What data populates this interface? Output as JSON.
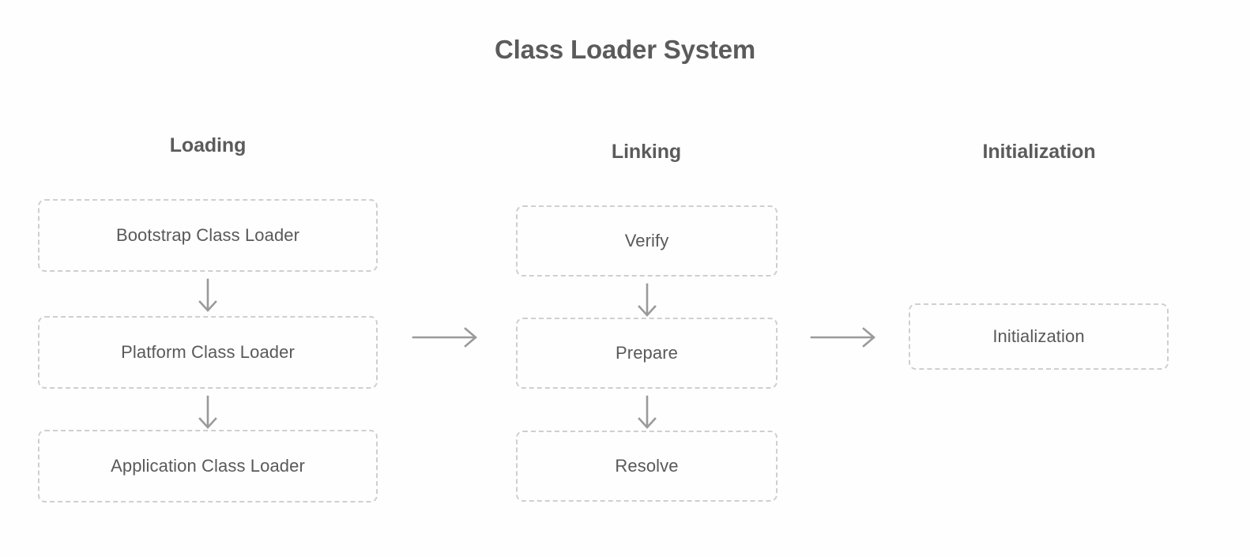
{
  "diagram": {
    "title": "Class Loader System",
    "background_color": "#fefefe",
    "title_color": "#5b5b5b",
    "node_text_color": "#595959",
    "node_border_color": "#cfcfcf",
    "arrow_color": "#9a9a9a",
    "columns": [
      {
        "id": "loading",
        "header": "Loading",
        "nodes": [
          {
            "id": "bootstrap",
            "label": "Bootstrap Class Loader"
          },
          {
            "id": "platform",
            "label": "Platform Class Loader"
          },
          {
            "id": "application",
            "label": "Application Class Loader"
          }
        ]
      },
      {
        "id": "linking",
        "header": "Linking",
        "nodes": [
          {
            "id": "verify",
            "label": "Verify"
          },
          {
            "id": "prepare",
            "label": "Prepare"
          },
          {
            "id": "resolve",
            "label": "Resolve"
          }
        ]
      },
      {
        "id": "initialization",
        "header": "Initialization",
        "nodes": [
          {
            "id": "initialization",
            "label": "Initialization"
          }
        ]
      }
    ],
    "connectors": {
      "vertical_arrow_icon": "arrow-down-icon",
      "horizontal_arrow_icon": "arrow-right-icon",
      "vertical": [
        {
          "from": "bootstrap",
          "to": "platform"
        },
        {
          "from": "platform",
          "to": "application"
        },
        {
          "from": "verify",
          "to": "prepare"
        },
        {
          "from": "prepare",
          "to": "resolve"
        }
      ],
      "horizontal": [
        {
          "from": "loading",
          "to": "linking"
        },
        {
          "from": "linking",
          "to": "initialization"
        }
      ]
    }
  }
}
